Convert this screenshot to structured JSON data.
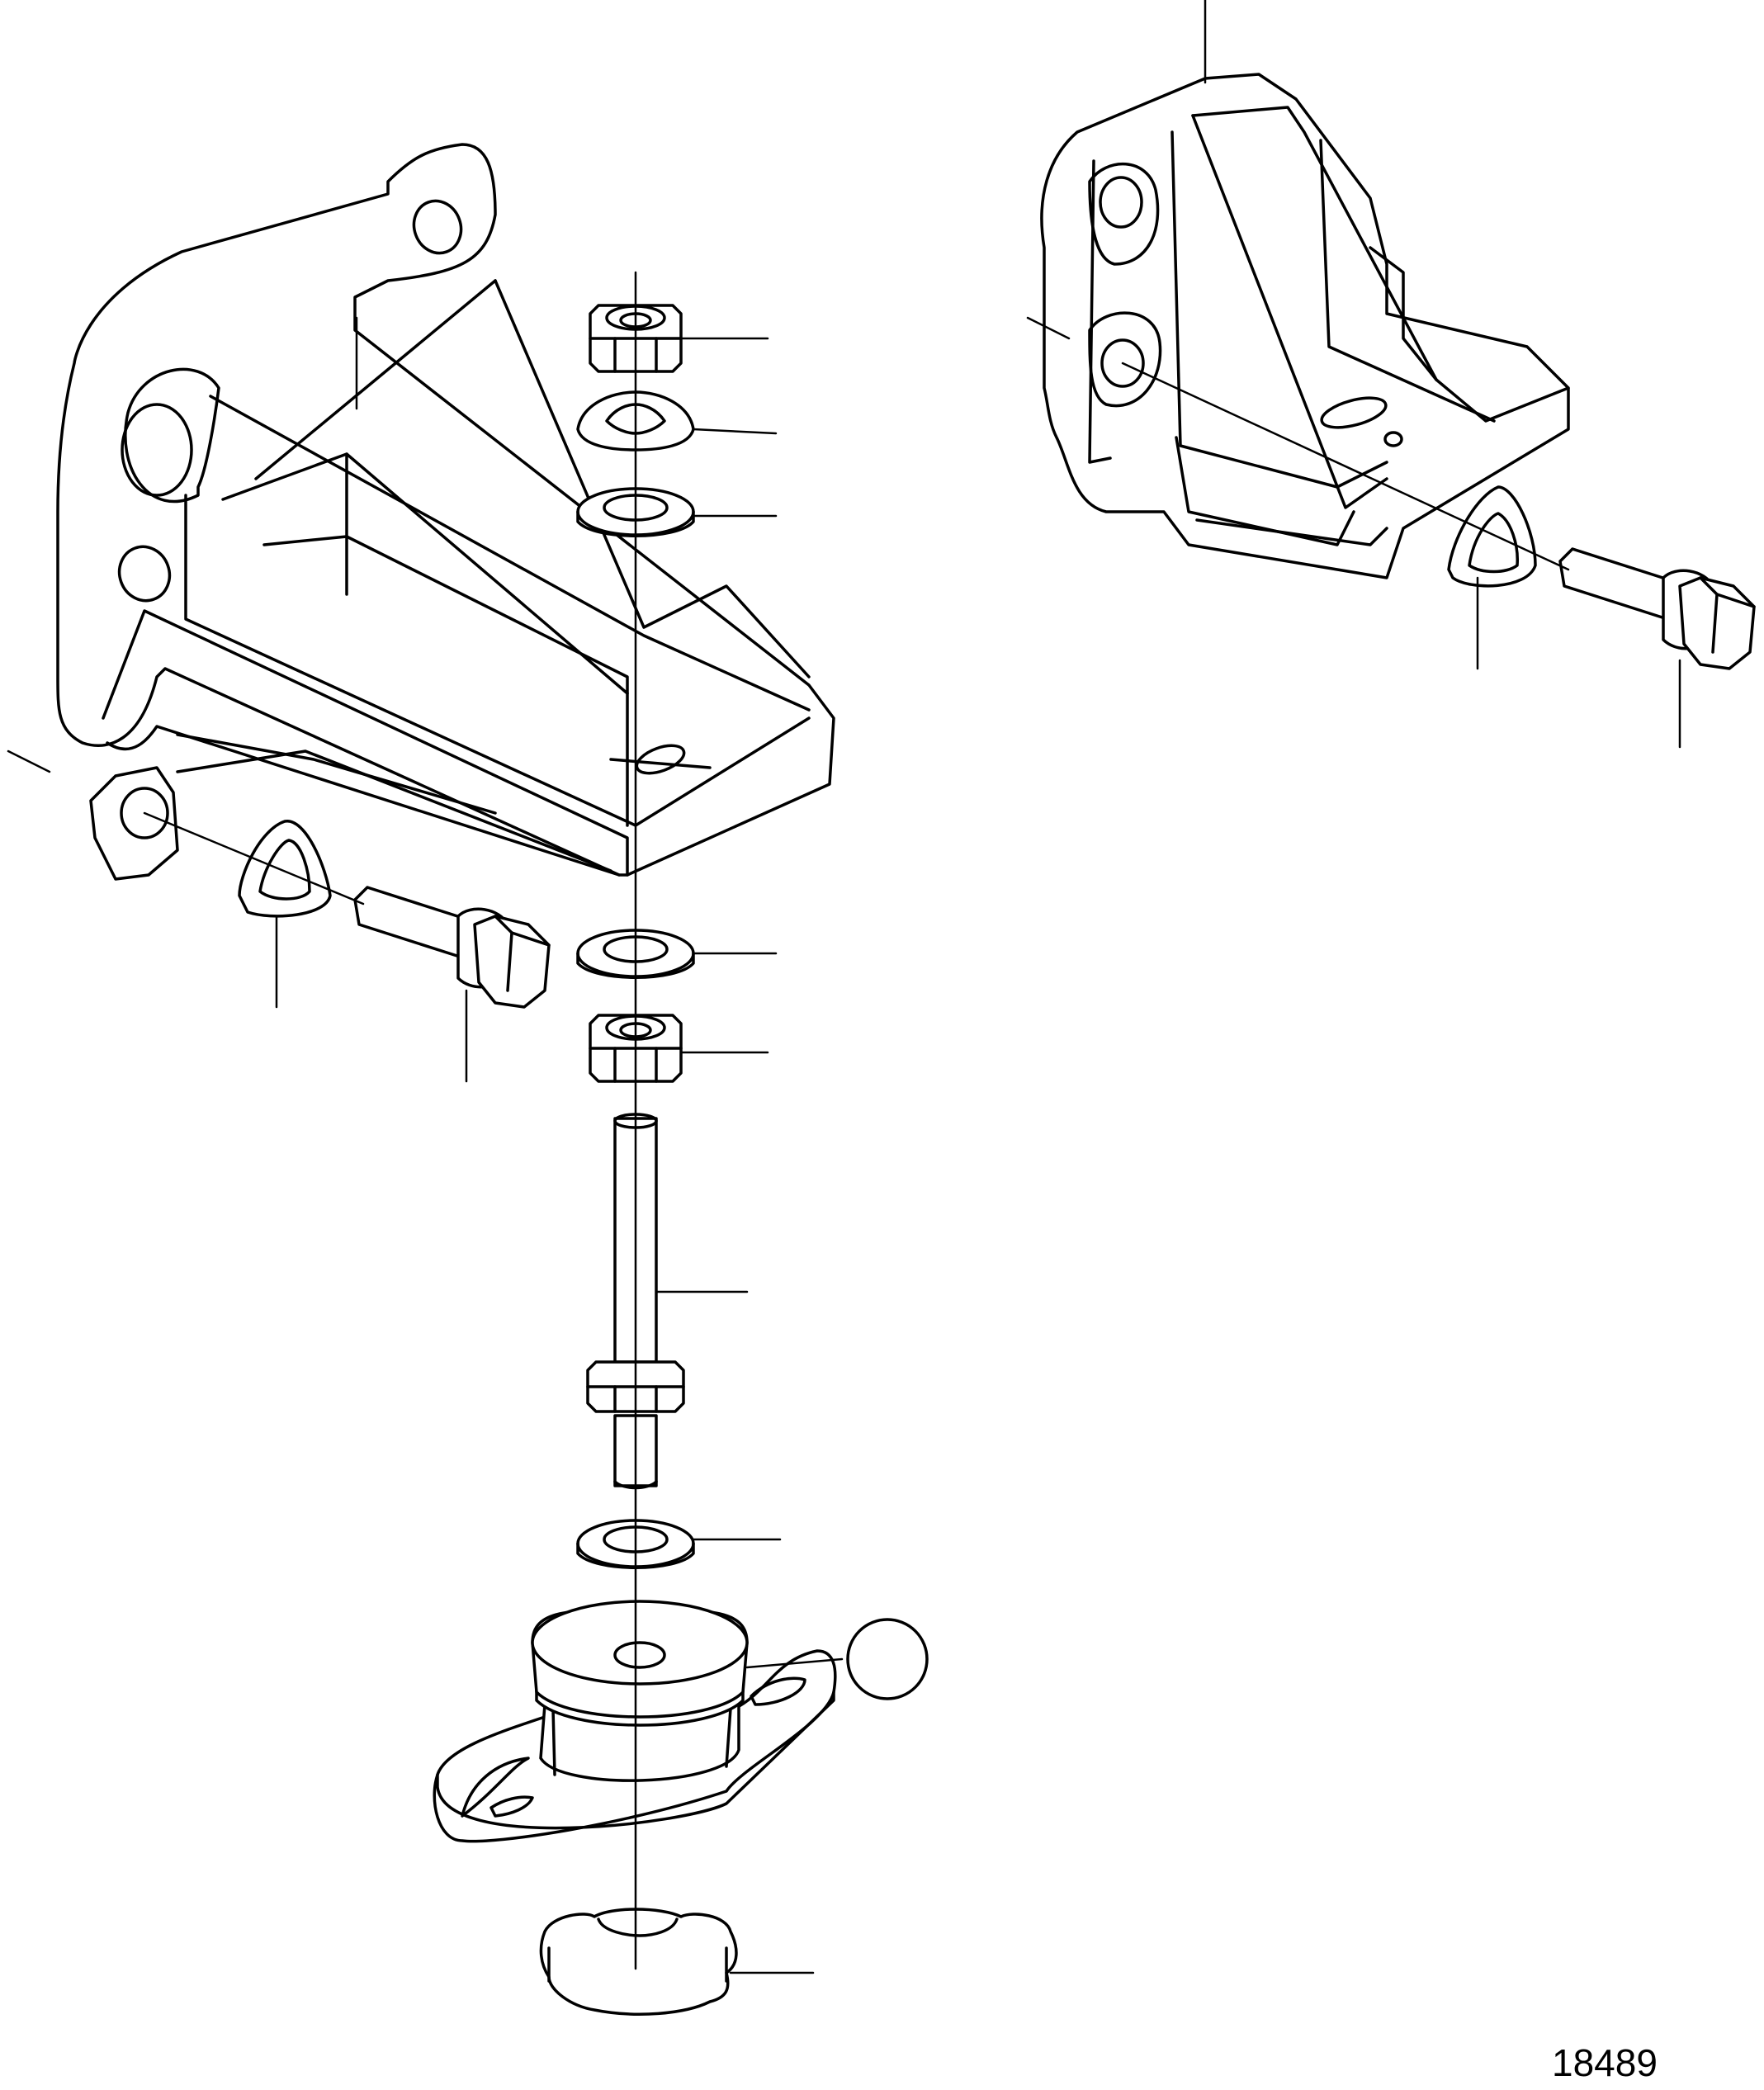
{
  "drawing": {
    "number": "18489",
    "ink_color": "#000000",
    "background_color": "#ffffff"
  },
  "callouts": {
    "count": 16,
    "reference_circle_count": 1
  }
}
